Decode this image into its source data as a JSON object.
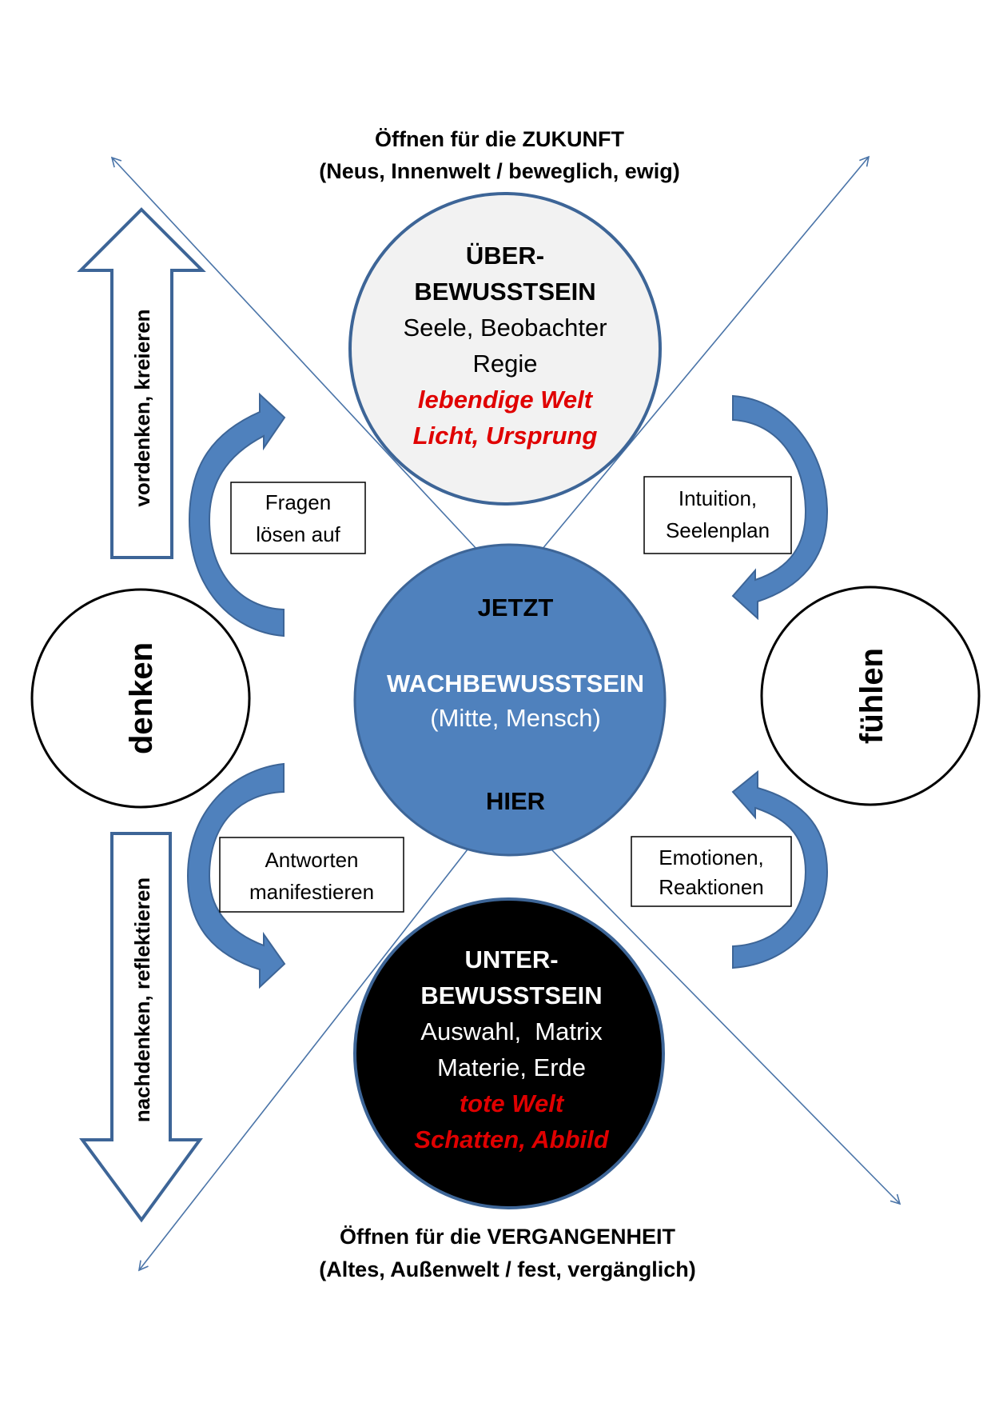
{
  "colors": {
    "accent_blue": "#4f81bd",
    "outline_blue": "#3d6597",
    "line_blue": "#4a74a8",
    "red": "#e00000",
    "top_circle_fill": "#f2f2f2",
    "bottom_circle_fill": "#000000"
  },
  "top_caption": {
    "line1": "Öffnen für die ZUKUNFT",
    "line2": "(Neus, Innenwelt / beweglich, ewig)"
  },
  "bottom_caption": {
    "line1": "Öffnen für die VERGANGENHEIT",
    "line2": "(Altes, Außenwelt / fest, vergänglich)"
  },
  "top_circle": {
    "title1": "ÜBER-",
    "title2": "BEWUSSTSEIN",
    "line1": "Seele, Beobachter",
    "line2": "Regie",
    "red1": "lebendige Welt",
    "red2": "Licht, Ursprung"
  },
  "center_circle": {
    "top": "JETZT",
    "title": "WACHBEWUSSTSEIN",
    "subtitle": "(Mitte, Mensch)",
    "bottom": "HIER"
  },
  "bottom_circle": {
    "title1": "UNTER-",
    "title2": "BEWUSSTSEIN",
    "line1": "Auswahl,  Matrix",
    "line2": "Materie, Erde",
    "red1": "tote Welt",
    "red2": "Schatten, Abbild"
  },
  "left_circle": {
    "label": "denken"
  },
  "right_circle": {
    "label": "fühlen"
  },
  "up_arrow": {
    "label": "vordenken, kreieren"
  },
  "down_arrow": {
    "label": "nachdenken, reflektieren"
  },
  "boxes": {
    "fragen": {
      "line1": "Fragen",
      "line2": "lösen auf"
    },
    "intuition": {
      "line1": "Intuition,",
      "line2": "Seelenplan"
    },
    "antworten": {
      "line1": "Antworten",
      "line2": "manifestieren"
    },
    "emotionen": {
      "line1": "Emotionen,",
      "line2": "Reaktionen"
    }
  }
}
